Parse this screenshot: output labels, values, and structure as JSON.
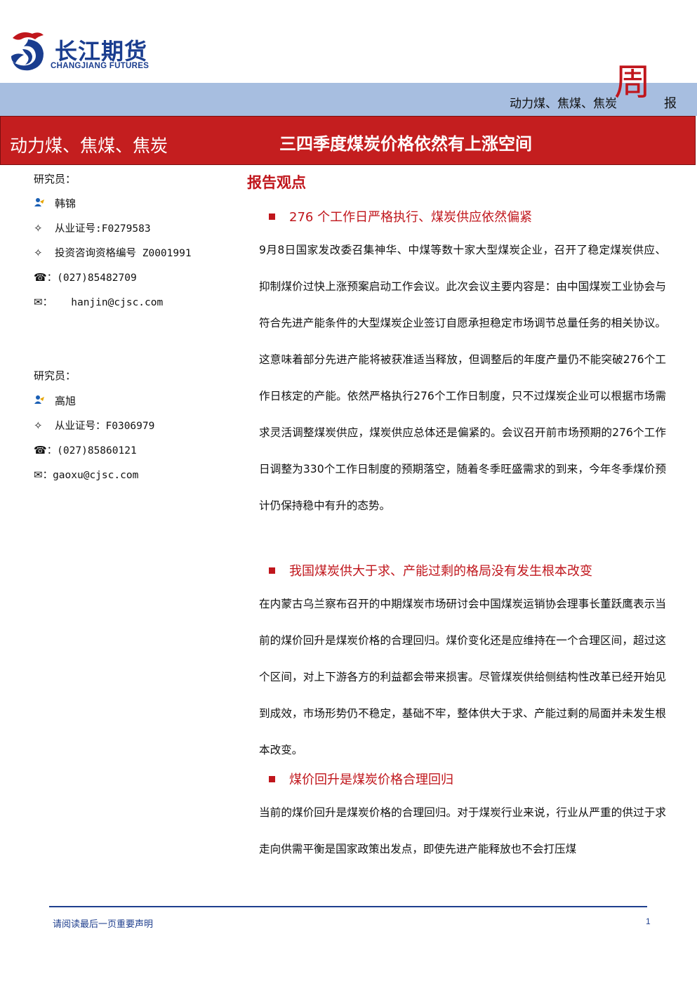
{
  "logo": {
    "name_cn": "长江期货",
    "name_en": "CHANGJIANG FUTURES"
  },
  "header": {
    "band_title": "动力煤、焦煤、焦炭",
    "zhou": "周",
    "bao": "报"
  },
  "banner": {
    "left_title": "动力煤、焦煤、焦炭",
    "main_title": "三四季度煤炭价格依然有上涨空间"
  },
  "analysts": [
    {
      "role_label": "研究员：",
      "name": "韩锦",
      "cert_label": "从业证号:F0279583",
      "invest_label": "投资咨询资格编号 Z0001991",
      "phone_label": "：(027)85482709",
      "email_label": "：   hanjin@cjsc.com"
    },
    {
      "role_label": "研究员：",
      "name": "高旭",
      "cert_label": "从业证号：F0306979",
      "phone_label": "：(027)85860121",
      "email_label": "：gaoxu@cjsc.com"
    }
  ],
  "report": {
    "heading": "报告观点",
    "sections": [
      {
        "title": "276 个工作日严格执行、煤炭供应依然偏紧",
        "body": "9月8日国家发改委召集神华、中煤等数十家大型煤炭企业，召开了稳定煤炭供应、抑制煤价过快上涨预案启动工作会议。此次会议主要内容是：由中国煤炭工业协会与符合先进产能条件的大型煤炭企业签订自愿承担稳定市场调节总量任务的相关协议。这意味着部分先进产能将被获准适当释放，但调整后的年度产量仍不能突破276个工作日核定的产能。依然严格执行276个工作日制度，只不过煤炭企业可以根据市场需求灵活调整煤炭供应，煤炭供应总体还是偏紧的。会议召开前市场预期的276个工作日调整为330个工作日制度的预期落空，随着冬季旺盛需求的到来，今年冬季煤价预计仍保持稳中有升的态势。"
      },
      {
        "title": "我国煤炭供大于求、产能过剩的格局没有发生根本改变",
        "body": "在内蒙古乌兰察布召开的中期煤炭市场研讨会中国煤炭运销协会理事长董跃鹰表示当前的煤价回升是煤炭价格的合理回归。煤价变化还是应维持在一个合理区间，超过这个区间，对上下游各方的利益都会带来损害。尽管煤炭供给侧结构性改革已经开始见到成效，市场形势仍不稳定，基础不牢，整体供大于求、产能过剩的局面并未发生根本改变。"
      },
      {
        "title": "煤价回升是煤炭价格合理回归",
        "body": "当前的煤价回升是煤炭价格的合理回归。对于煤炭行业来说，行业从严重的供过于求走向供需平衡是国家政策出发点，即使先进产能释放也不会打压煤"
      }
    ]
  },
  "footer": {
    "notice": "请阅读最后一页重要声明",
    "page": "1"
  },
  "icons": {
    "person": "person-icon",
    "star": "star-icon",
    "phone": "phone-icon",
    "mail": "mail-icon",
    "bullet": "square-bullet-icon"
  },
  "colors": {
    "brand_blue": "#1a3d8f",
    "band_blue": "#a7bee0",
    "banner_red": "#c41e1f",
    "heading_red": "#c0161c"
  }
}
